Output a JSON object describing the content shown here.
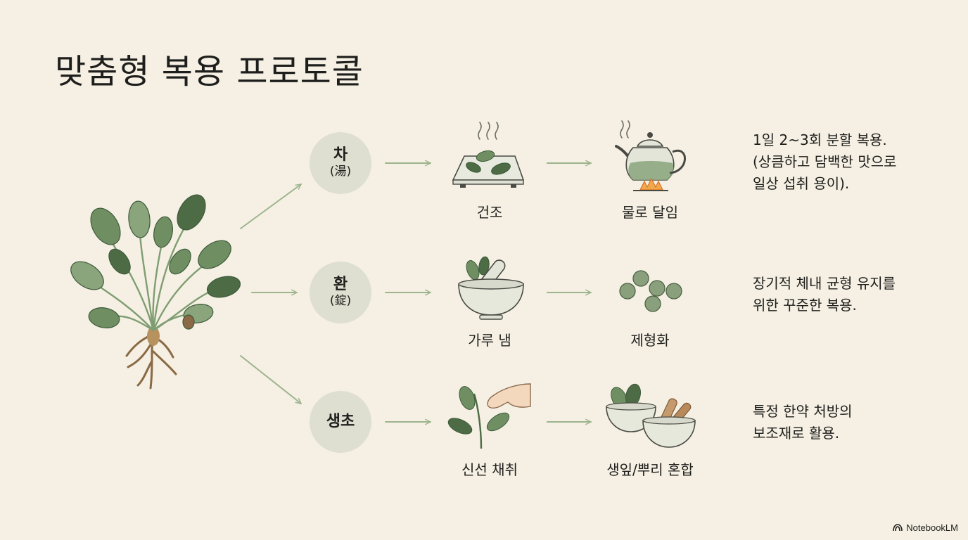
{
  "title": "맞춤형 복용 프로토콜",
  "rows": [
    {
      "badge": {
        "main": "차",
        "sub": "(湯)"
      },
      "steps": [
        "건조",
        "물로 달임"
      ],
      "note": [
        "1일 2~3회 분할 복용.",
        "(상큼하고 담백한 맛으로",
        "일상 섭취 용이)."
      ]
    },
    {
      "badge": {
        "main": "환",
        "sub": "(錠)"
      },
      "steps": [
        "가루 냄",
        "제형화"
      ],
      "note": [
        "장기적 체내 균형 유지를",
        "위한 꾸준한 복용."
      ]
    },
    {
      "badge": {
        "main": "생초",
        "sub": ""
      },
      "steps": [
        "신선 채취",
        "생잎/뿌리 혼합"
      ],
      "note": [
        "특정 한약 처방의",
        "보조재로 활용."
      ]
    }
  ],
  "icons": {
    "plant": "herb-plant-icon",
    "drying": "drying-tray-icon",
    "boiling": "teapot-boiling-icon",
    "grinding": "mortar-pestle-icon",
    "pills": "pills-icon",
    "harvest": "hand-picking-leaf-icon",
    "mixing": "herb-bowls-icon"
  },
  "colors": {
    "background": "#f5f0e3",
    "badge": "#dedfd0",
    "arrow": "#9db48d",
    "leaf": "#6f8f63"
  },
  "brand": "NotebookLM"
}
